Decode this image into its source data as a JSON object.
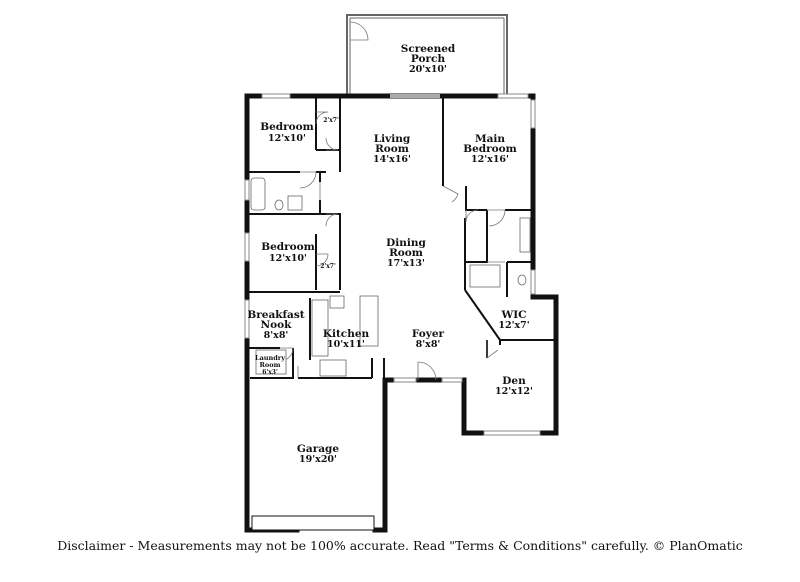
{
  "rooms": {
    "porch": {
      "name_1": "Screened",
      "name_2": "Porch",
      "dims": "20'x10'"
    },
    "bedroom_top": {
      "name": "Bedroom",
      "dims": "12'x10'"
    },
    "closet_top": {
      "dims": "2'x7'"
    },
    "living": {
      "name_1": "Living",
      "name_2": "Room",
      "dims": "14'x16'"
    },
    "main_bedroom": {
      "name_1": "Main",
      "name_2": "Bedroom",
      "dims": "12'x16'"
    },
    "bedroom_mid": {
      "name": "Bedroom",
      "dims": "12'x10'"
    },
    "closet_mid": {
      "dims": "2'x7'"
    },
    "dining": {
      "name_1": "Dining",
      "name_2": "Room",
      "dims": "17'x13'"
    },
    "breakfast": {
      "name_1": "Breakfast",
      "name_2": "Nook",
      "dims": "8'x8'"
    },
    "kitchen": {
      "name": "Kitchen",
      "dims": "10'x11'"
    },
    "laundry": {
      "name_1": "Laundry",
      "name_2": "Room",
      "dims": "6'x3'"
    },
    "foyer": {
      "name": "Foyer",
      "dims": "8'x8'"
    },
    "wic": {
      "name": "WIC",
      "dims": "12'x7'"
    },
    "den": {
      "name": "Den",
      "dims": "12'x12'"
    },
    "garage": {
      "name": "Garage",
      "dims": "19'x20'"
    }
  },
  "disclaimer": "Disclaimer - Measurements may not be 100% accurate. Read \"Terms & Conditions\" carefully. © PlanOmatic"
}
